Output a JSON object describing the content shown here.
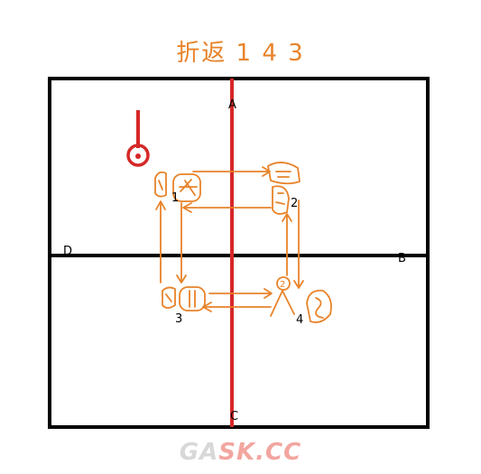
{
  "title": "折返 1 4 3",
  "colors": {
    "orange": "#e8832a",
    "red": "#d62828",
    "black": "#000000",
    "gray": "#d8d8d8",
    "pink": "#f2a6a0"
  },
  "compass": {
    "top": "A",
    "bottom": "C",
    "left": "D",
    "right": "B"
  },
  "labels": {
    "n1": "1",
    "n2": "2",
    "n3": "3",
    "n4": "4",
    "marker_circle": "2"
  },
  "watermark": {
    "part1": "GA",
    "part2": "SK.CC"
  }
}
